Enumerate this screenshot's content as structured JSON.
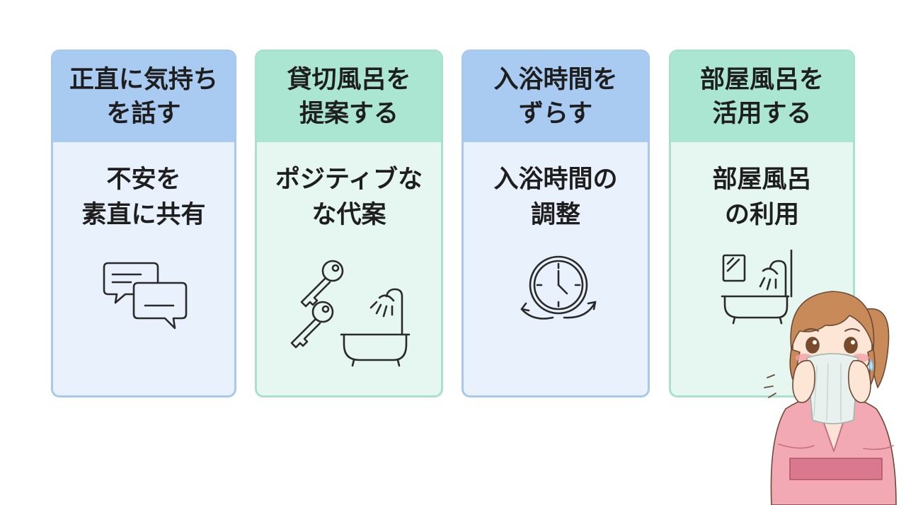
{
  "cards": [
    {
      "title_lines": [
        "正直に気持ち",
        "を話す"
      ],
      "subtitle_lines": [
        "不安を",
        "素直に共有"
      ],
      "icon": "chat-bubbles-icon",
      "theme": "blue"
    },
    {
      "title_lines": [
        "貸切風呂を",
        "提案する"
      ],
      "subtitle_lines": [
        "ポジティブな",
        "な代案"
      ],
      "icon": "keys-and-bathtub-icon",
      "theme": "green"
    },
    {
      "title_lines": [
        "入浴時間を",
        "ずらす"
      ],
      "subtitle_lines": [
        "入浴時間の",
        "調整"
      ],
      "icon": "clock-cycle-icon",
      "theme": "blue"
    },
    {
      "title_lines": [
        "部屋風呂を",
        "活用する"
      ],
      "subtitle_lines": [
        "部屋風呂",
        "の利用"
      ],
      "icon": "room-bath-icon",
      "theme": "green"
    }
  ],
  "colors": {
    "blue_header": "#a9cbf1",
    "blue_body": "#e8f1fc",
    "green_header": "#abe6d2",
    "green_body": "#e6f6f0",
    "text": "#1e1e1e",
    "icon_stroke": "#2a2a2a"
  },
  "illustration": {
    "icon": "embarrassed-woman-in-yukata-illustration"
  }
}
